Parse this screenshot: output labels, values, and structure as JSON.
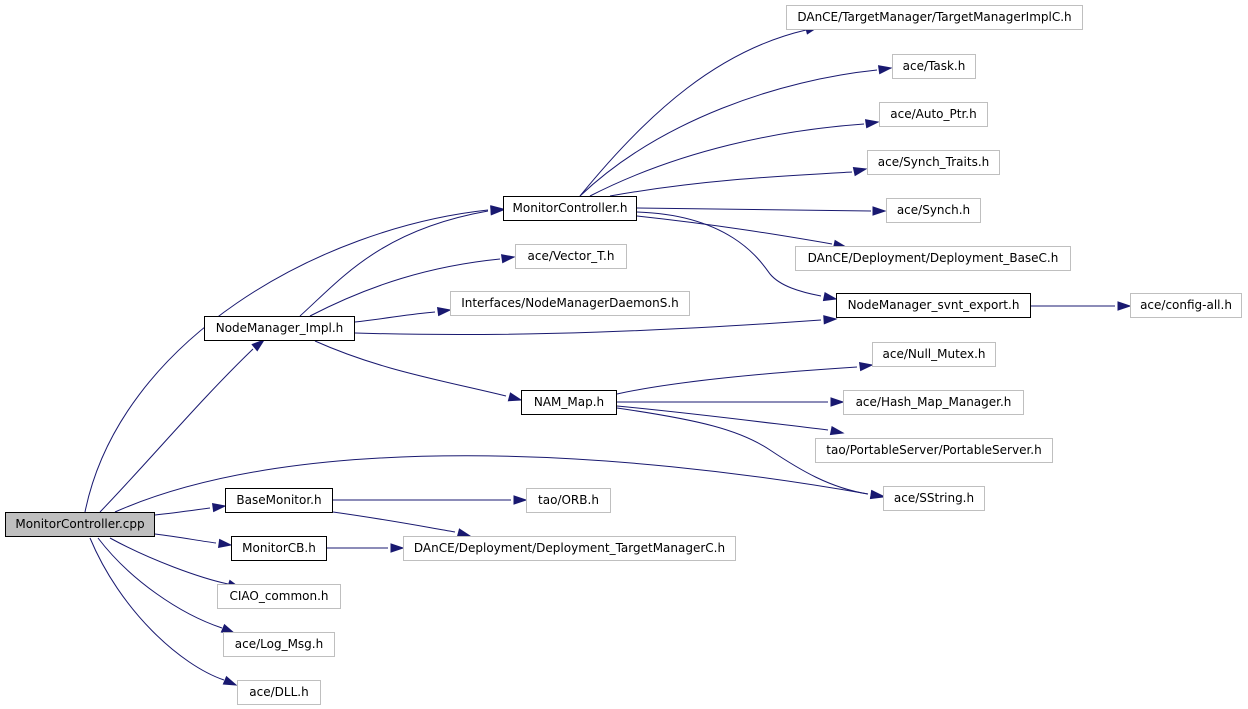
{
  "nodes": [
    {
      "id": "root",
      "label": "MonitorController.cpp",
      "kind": "root"
    },
    {
      "id": "mc_h",
      "label": "MonitorController.h",
      "kind": "local"
    },
    {
      "id": "nm_impl",
      "label": "NodeManager_Impl.h",
      "kind": "local"
    },
    {
      "id": "nam_map",
      "label": "NAM_Map.h",
      "kind": "local"
    },
    {
      "id": "basemon",
      "label": "BaseMonitor.h",
      "kind": "local"
    },
    {
      "id": "mon_cb",
      "label": "MonitorCB.h",
      "kind": "local"
    },
    {
      "id": "nm_export",
      "label": "NodeManager_svnt_export.h",
      "kind": "local"
    },
    {
      "id": "tm_implc",
      "label": "DAnCE/TargetManager/TargetManagerImplC.h",
      "kind": "external"
    },
    {
      "id": "ace_task",
      "label": "ace/Task.h",
      "kind": "external"
    },
    {
      "id": "ace_autoptr",
      "label": "ace/Auto_Ptr.h",
      "kind": "external"
    },
    {
      "id": "ace_synchtraits",
      "label": "ace/Synch_Traits.h",
      "kind": "external"
    },
    {
      "id": "ace_synch",
      "label": "ace/Synch.h",
      "kind": "external"
    },
    {
      "id": "dep_basec",
      "label": "DAnCE/Deployment/Deployment_BaseC.h",
      "kind": "external"
    },
    {
      "id": "ace_vector",
      "label": "ace/Vector_T.h",
      "kind": "external"
    },
    {
      "id": "nm_daemons",
      "label": "Interfaces/NodeManagerDaemonS.h",
      "kind": "external"
    },
    {
      "id": "ace_configall",
      "label": "ace/config-all.h",
      "kind": "external"
    },
    {
      "id": "ace_nullmutex",
      "label": "ace/Null_Mutex.h",
      "kind": "external"
    },
    {
      "id": "ace_hashmap",
      "label": "ace/Hash_Map_Manager.h",
      "kind": "external"
    },
    {
      "id": "tao_ps",
      "label": "tao/PortableServer/PortableServer.h",
      "kind": "external"
    },
    {
      "id": "ace_sstring",
      "label": "ace/SString.h",
      "kind": "external"
    },
    {
      "id": "tao_orb",
      "label": "tao/ORB.h",
      "kind": "external"
    },
    {
      "id": "dep_tmc",
      "label": "DAnCE/Deployment/Deployment_TargetManagerC.h",
      "kind": "external"
    },
    {
      "id": "ciao_common",
      "label": "CIAO_common.h",
      "kind": "external"
    },
    {
      "id": "ace_logmsg",
      "label": "ace/Log_Msg.h",
      "kind": "external"
    },
    {
      "id": "ace_dll",
      "label": "ace/DLL.h",
      "kind": "external"
    }
  ],
  "edges": [
    [
      "root",
      "mc_h"
    ],
    [
      "root",
      "nm_impl"
    ],
    [
      "root",
      "ace_sstring"
    ],
    [
      "root",
      "basemon"
    ],
    [
      "root",
      "mon_cb"
    ],
    [
      "root",
      "ciao_common"
    ],
    [
      "root",
      "ace_logmsg"
    ],
    [
      "root",
      "ace_dll"
    ],
    [
      "mc_h",
      "tm_implc"
    ],
    [
      "mc_h",
      "ace_task"
    ],
    [
      "mc_h",
      "ace_autoptr"
    ],
    [
      "mc_h",
      "ace_synchtraits"
    ],
    [
      "mc_h",
      "ace_synch"
    ],
    [
      "mc_h",
      "dep_basec"
    ],
    [
      "mc_h",
      "nm_export"
    ],
    [
      "nm_impl",
      "mc_h"
    ],
    [
      "nm_impl",
      "ace_vector"
    ],
    [
      "nm_impl",
      "nm_daemons"
    ],
    [
      "nm_impl",
      "nm_export"
    ],
    [
      "nm_impl",
      "nam_map"
    ],
    [
      "nm_export",
      "ace_configall"
    ],
    [
      "nam_map",
      "ace_nullmutex"
    ],
    [
      "nam_map",
      "ace_hashmap"
    ],
    [
      "nam_map",
      "tao_ps"
    ],
    [
      "nam_map",
      "ace_sstring"
    ],
    [
      "basemon",
      "tao_orb"
    ],
    [
      "basemon",
      "dep_tmc"
    ],
    [
      "mon_cb",
      "dep_tmc"
    ]
  ]
}
